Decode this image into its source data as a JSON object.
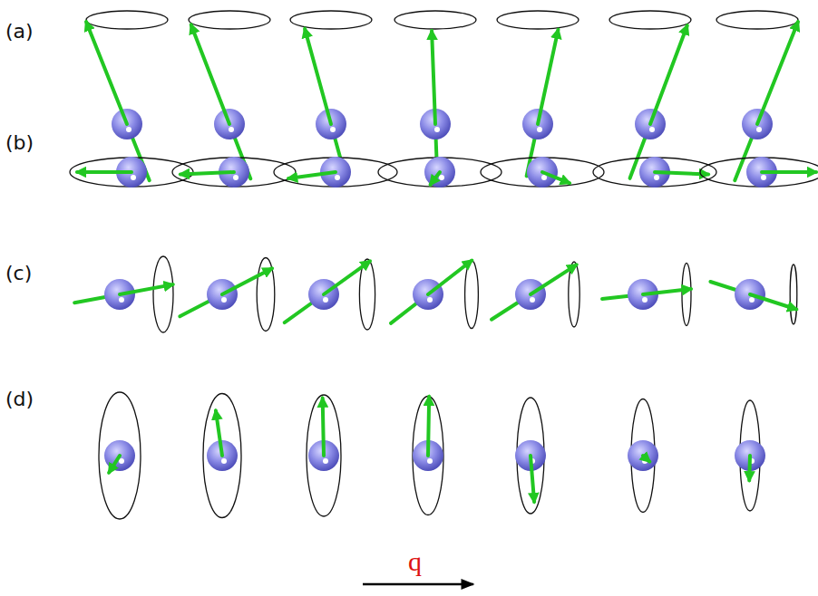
{
  "diagram": {
    "labels": [
      "(a)",
      "(b)",
      "(c)",
      "(d)",
      "q"
    ]
  }
}
